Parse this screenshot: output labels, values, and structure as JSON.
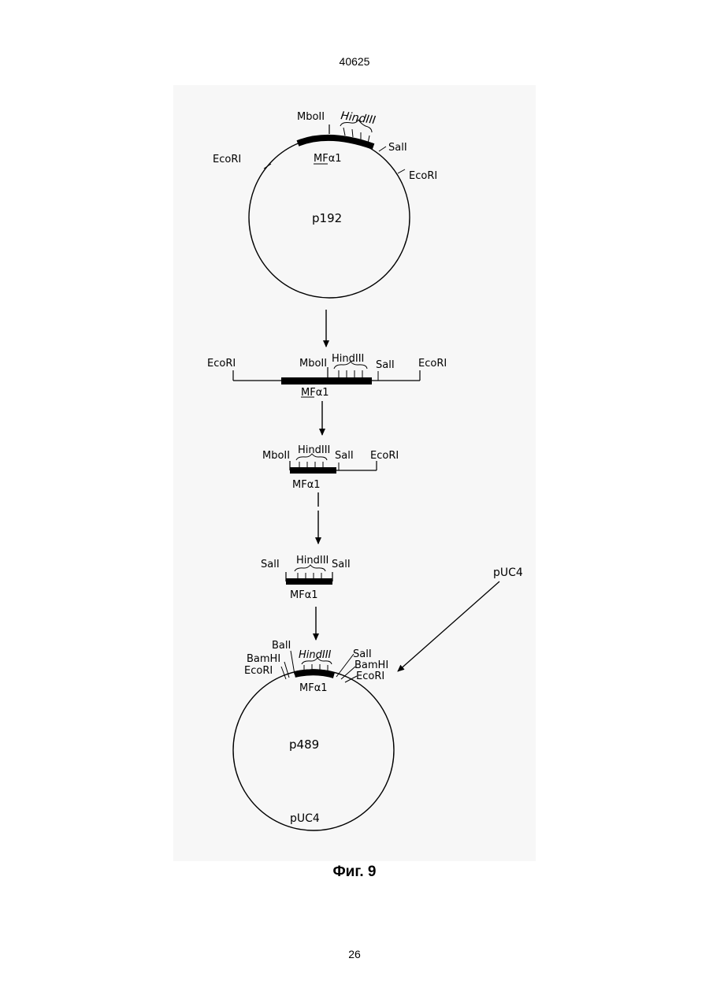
{
  "header": {
    "doc_number": "40625"
  },
  "caption": "Фиг. 9",
  "footer": {
    "page_number": "26"
  },
  "diagram": {
    "p192": {
      "name": "p192",
      "labels": {
        "mbo": "MboII",
        "hind": "HindIII",
        "sal": "SalI",
        "eco_left": "EcoRI",
        "eco_right": "EcoRI",
        "gene": "MFα1"
      }
    },
    "linear1": {
      "labels": {
        "eco_left": "EcoRI",
        "mbo": "MboII",
        "hind": "HindIII",
        "sal": "SalI",
        "eco_right": "EcoRI",
        "gene": "MFα1"
      }
    },
    "linear2": {
      "labels": {
        "mbo": "MboII",
        "hind": "HindIII",
        "sal": "SalI",
        "eco": "EcoRI",
        "gene": "MFα1"
      }
    },
    "linear3": {
      "labels": {
        "sal_left": "SalI",
        "hind": "HindIII",
        "sal_right": "SalI",
        "gene": "MFα1"
      }
    },
    "p489": {
      "name": "p489",
      "labels": {
        "bal": "BalI",
        "bam_left": "BamHI",
        "eco_left": "EcoRI",
        "hind": "HindIII",
        "sal": "SalI",
        "bam_right": "BamHI",
        "eco_right": "EcoRI",
        "gene": "MFα1",
        "backbone": "pUC4"
      }
    },
    "puc4_source": "pUC4"
  }
}
